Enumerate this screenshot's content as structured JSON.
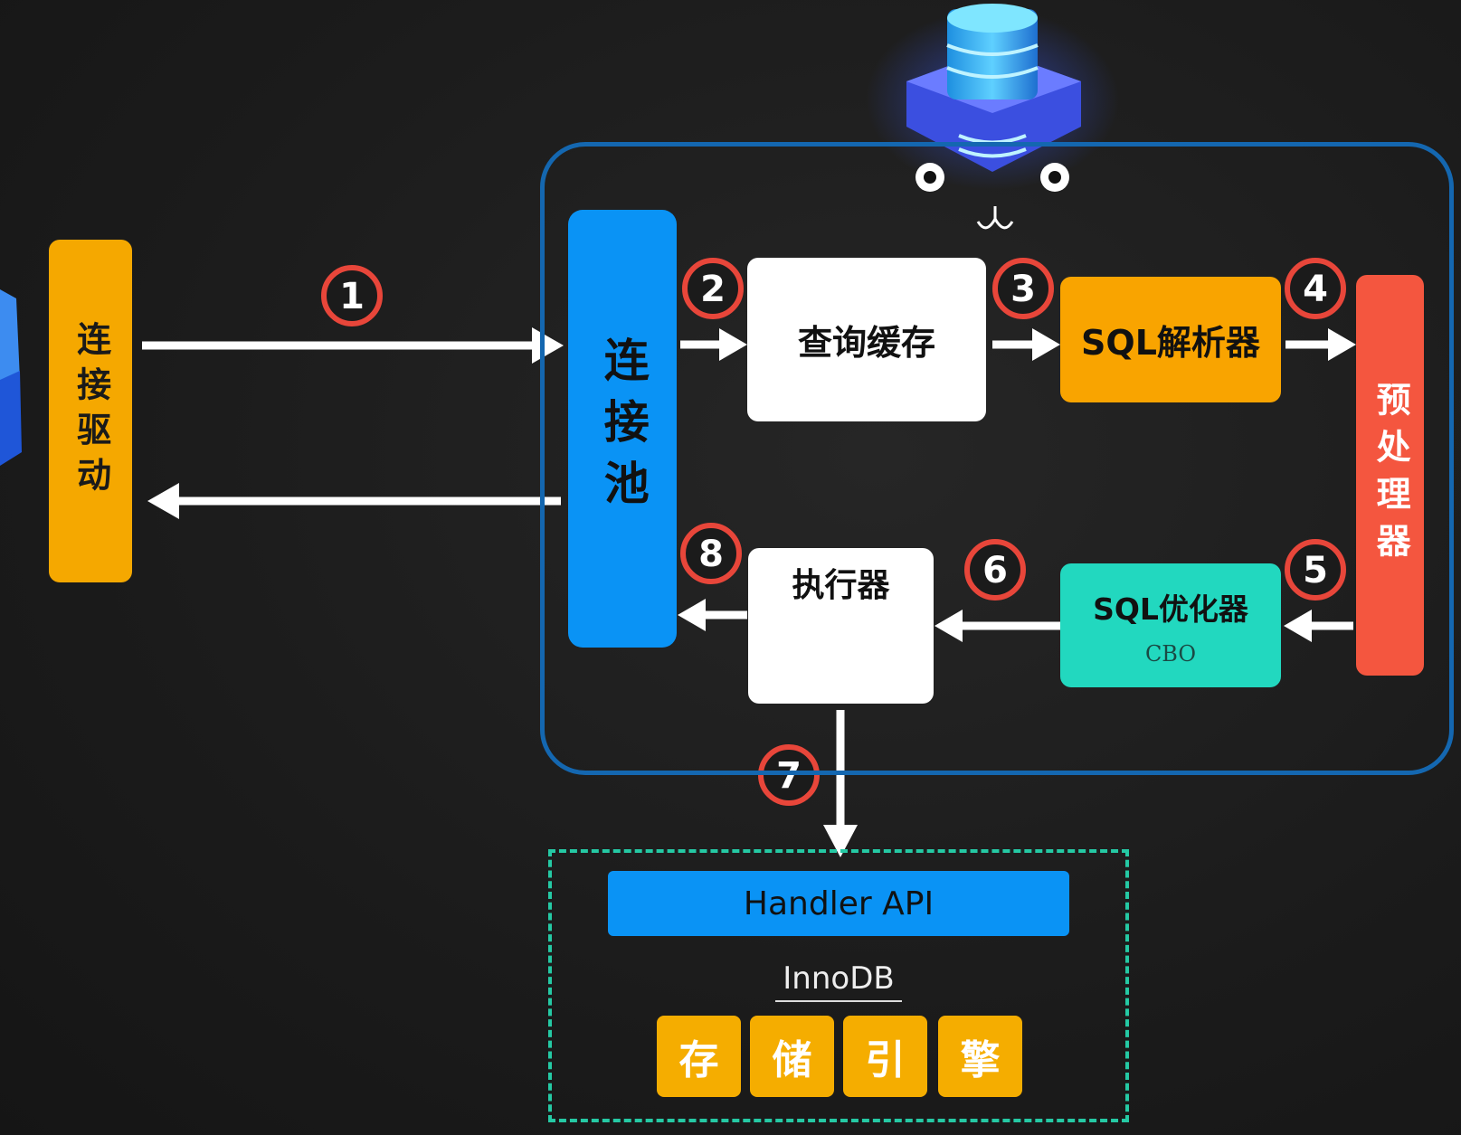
{
  "client": {
    "driver_label": "连接驱动"
  },
  "server": {
    "pool_label": "连接池",
    "cache_label": "查询缓存",
    "parser_label": "SQL解析器",
    "preprocessor_label": "预处理器",
    "optimizer_label": "SQL优化器",
    "optimizer_sub": "CBO",
    "executor_label": "执行器"
  },
  "storage": {
    "handler_label": "Handler API",
    "engine_name": "InnoDB",
    "engine_chars": [
      "存",
      "储",
      "引",
      "擎"
    ]
  },
  "steps": [
    "1",
    "2",
    "3",
    "4",
    "5",
    "6",
    "7",
    "8"
  ],
  "colors": {
    "frame": "#1467b0",
    "driver": "#f5a800",
    "pool": "#0a93f5",
    "parser": "#f9a400",
    "preprocessor": "#f4563f",
    "optimizer": "#22d8bf",
    "step_ring": "#e8463a",
    "dashed": "#25c9a4"
  }
}
